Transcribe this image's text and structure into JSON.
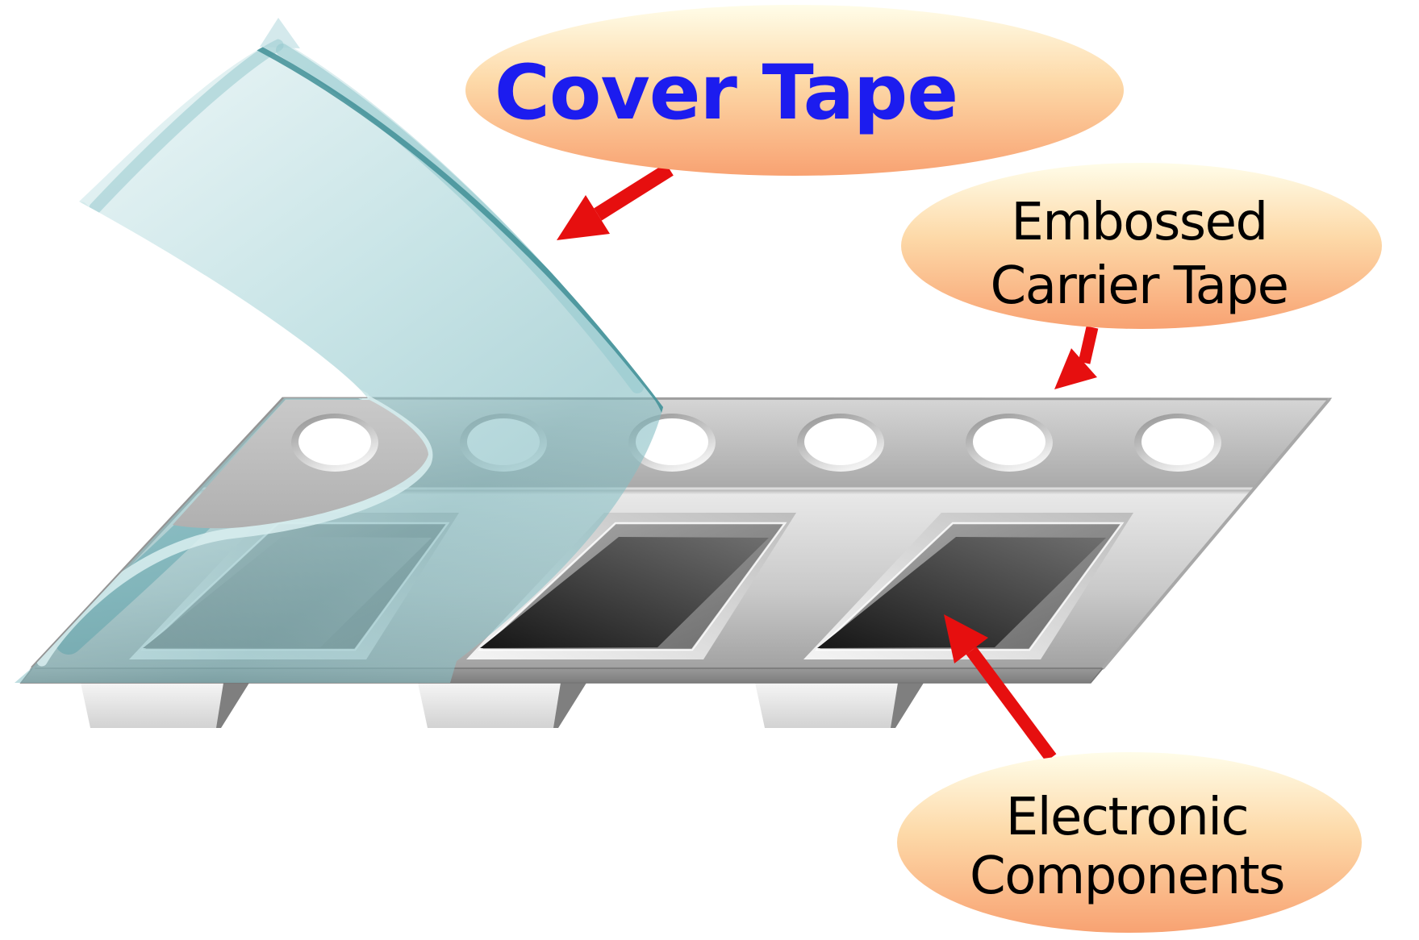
{
  "callouts": {
    "cover_tape": {
      "label": "Cover Tape",
      "text_color": "#1c1cef"
    },
    "carrier_tape": {
      "line1": "Embossed",
      "line2": "Carrier Tape",
      "text_color": "#000000"
    },
    "components": {
      "line1": "Electronic",
      "line2": "Components",
      "text_color": "#000000"
    }
  },
  "colors": {
    "arrow": "#e60f0f",
    "bubble_top": "#fffde9",
    "bubble_bottom": "#f8a272",
    "cover_tape_teal": "#7cb9bf",
    "carrier_tape_gray": "#bfbfbf",
    "component_dark": "#1a1a1a"
  },
  "scene": {
    "sprocket_hole_count": 6,
    "pocket_count": 3,
    "component_count": 3
  }
}
